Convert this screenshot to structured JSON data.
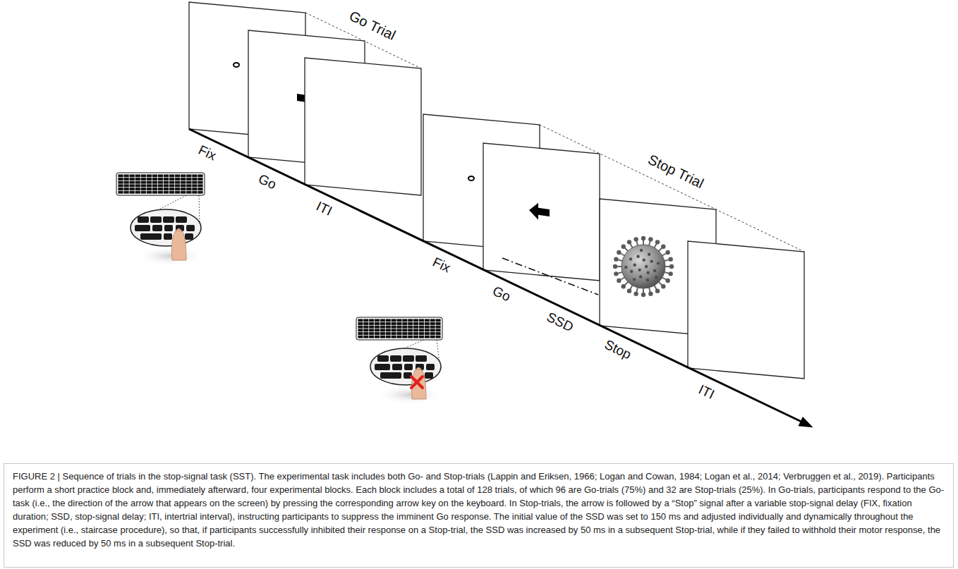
{
  "diagram": {
    "caption": "FIGURE 2 | Sequence of trials in the stop-signal task (SST). The experimental task includes both Go- and Stop-trials (Lappin and Eriksen, 1966; Logan and Cowan, 1984; Logan et al., 2014; Verbruggen et al., 2019). Participants perform a short practice block and, immediately afterward, four experimental blocks. Each block includes a total of 128 trials, of which 96 are Go-trials (75%) and 32 are Stop-trials (25%). In Go-trials, participants respond to the Go-task (i.e., the direction of the arrow that appears on the screen) by pressing the corresponding arrow key on the keyboard. In Stop-trials, the arrow is followed by a “Stop” signal after a variable stop-signal delay (FIX, fixation duration; SSD, stop-signal delay; ITI, intertrial interval), instructing participants to suppress the imminent Go response. The initial value of the SSD was set to 150 ms and adjusted individually and dynamically throughout the experiment (i.e., staircase procedure), so that, if participants successfully inhibited their response on a Stop-trial, the SSD was increased by 50 ms in a subsequent Stop-trial, while if they failed to withhold their motor response, the SSD was reduced by 50 ms in a subsequent Stop-trial.",
    "labels": [
      "Go Trial",
      "Fix",
      "Go",
      "ITI",
      "Stop Trial",
      "Fix",
      "Go",
      "SSD",
      "Stop",
      "ITI"
    ]
  }
}
